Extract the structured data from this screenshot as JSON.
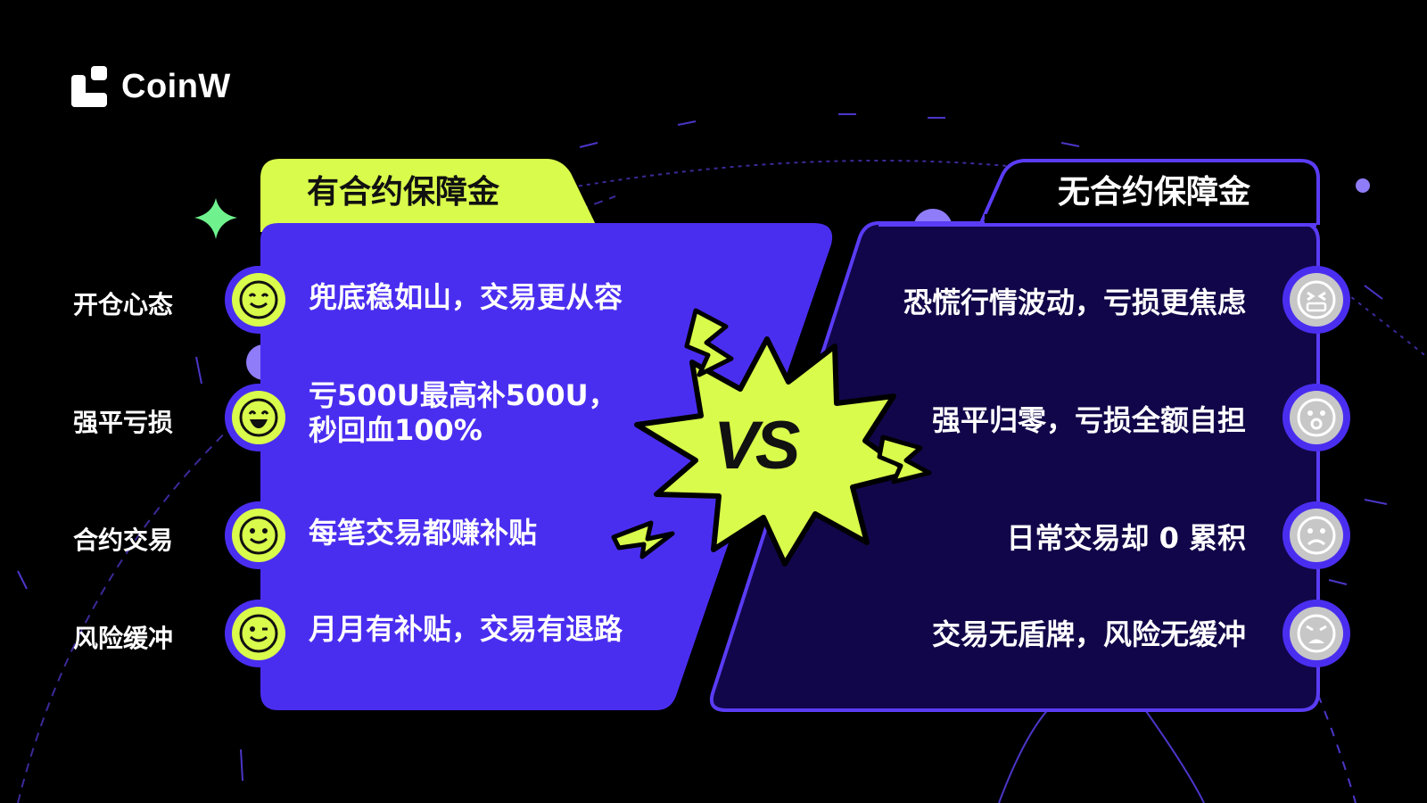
{
  "brand": {
    "name": "CoinW"
  },
  "colors": {
    "background": "#000000",
    "accent_lime": "#d9fb4b",
    "left_panel": "#4a2ef0",
    "right_panel": "#12064a",
    "right_border": "#5a3cf5"
  },
  "left": {
    "title": "有合约保障金",
    "items": [
      {
        "text": "兜底稳如山，交易更从容",
        "icon": "smile-happy-icon"
      },
      {
        "text": "亏500U最高补500U，",
        "text2": "秒回血100%",
        "icon": "grin-icon"
      },
      {
        "text": "每笔交易都赚补贴",
        "icon": "smile-icon"
      },
      {
        "text": "月月有补贴，交易有退路",
        "icon": "wink-icon"
      }
    ]
  },
  "right": {
    "title": "无合约保障金",
    "items": [
      {
        "text": "恐慌行情波动，亏损更焦虑",
        "icon": "grimace-icon"
      },
      {
        "text": "强平归零，亏损全额自担",
        "icon": "shocked-icon"
      },
      {
        "text": "日常交易却 0 累积",
        "icon": "frown-icon"
      },
      {
        "text": "交易无盾牌，风险无缓冲",
        "icon": "sad-angry-icon"
      }
    ]
  },
  "row_labels": [
    "开仓心态",
    "强平亏损",
    "合约交易",
    "风险缓冲"
  ],
  "vs": {
    "text": "VS"
  }
}
